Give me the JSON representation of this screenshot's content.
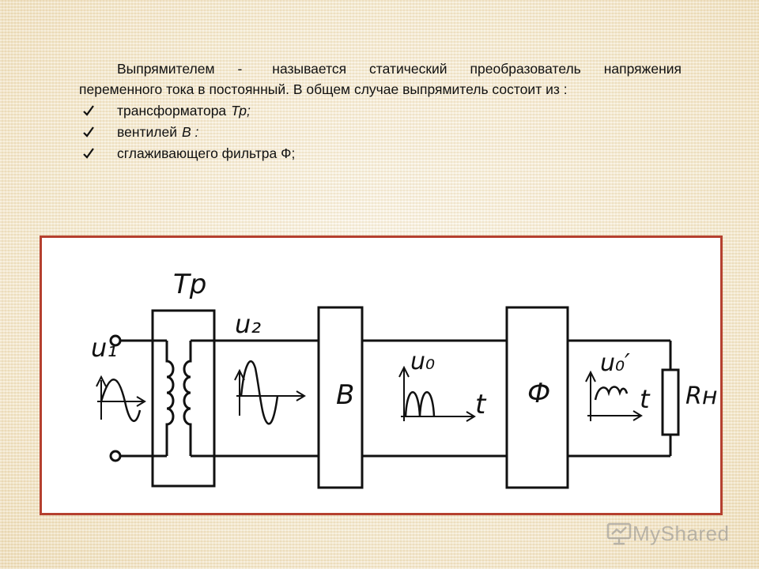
{
  "definition": {
    "term": "Выпрямителем",
    "dash": "-",
    "text": "называется статический преобразователь напряжения переменного тока в постоянный. В общем случае выпрямитель состоит из :"
  },
  "components": [
    {
      "name": "трансформатора",
      "symbol": "Тр;"
    },
    {
      "name": "вентилей",
      "symbol": "В :"
    },
    {
      "name": "сглаживающего фильтра Ф;",
      "symbol": ""
    }
  ],
  "diagram": {
    "labels": {
      "transformer": "Тр",
      "u1": "u₁",
      "u2": "u₂",
      "valve": "В",
      "u0": "u₀",
      "t1": "t",
      "filter": "Ф",
      "u0p": "u₀′",
      "t2": "t",
      "load": "Rн"
    }
  },
  "watermark": {
    "text": "MyShared"
  }
}
